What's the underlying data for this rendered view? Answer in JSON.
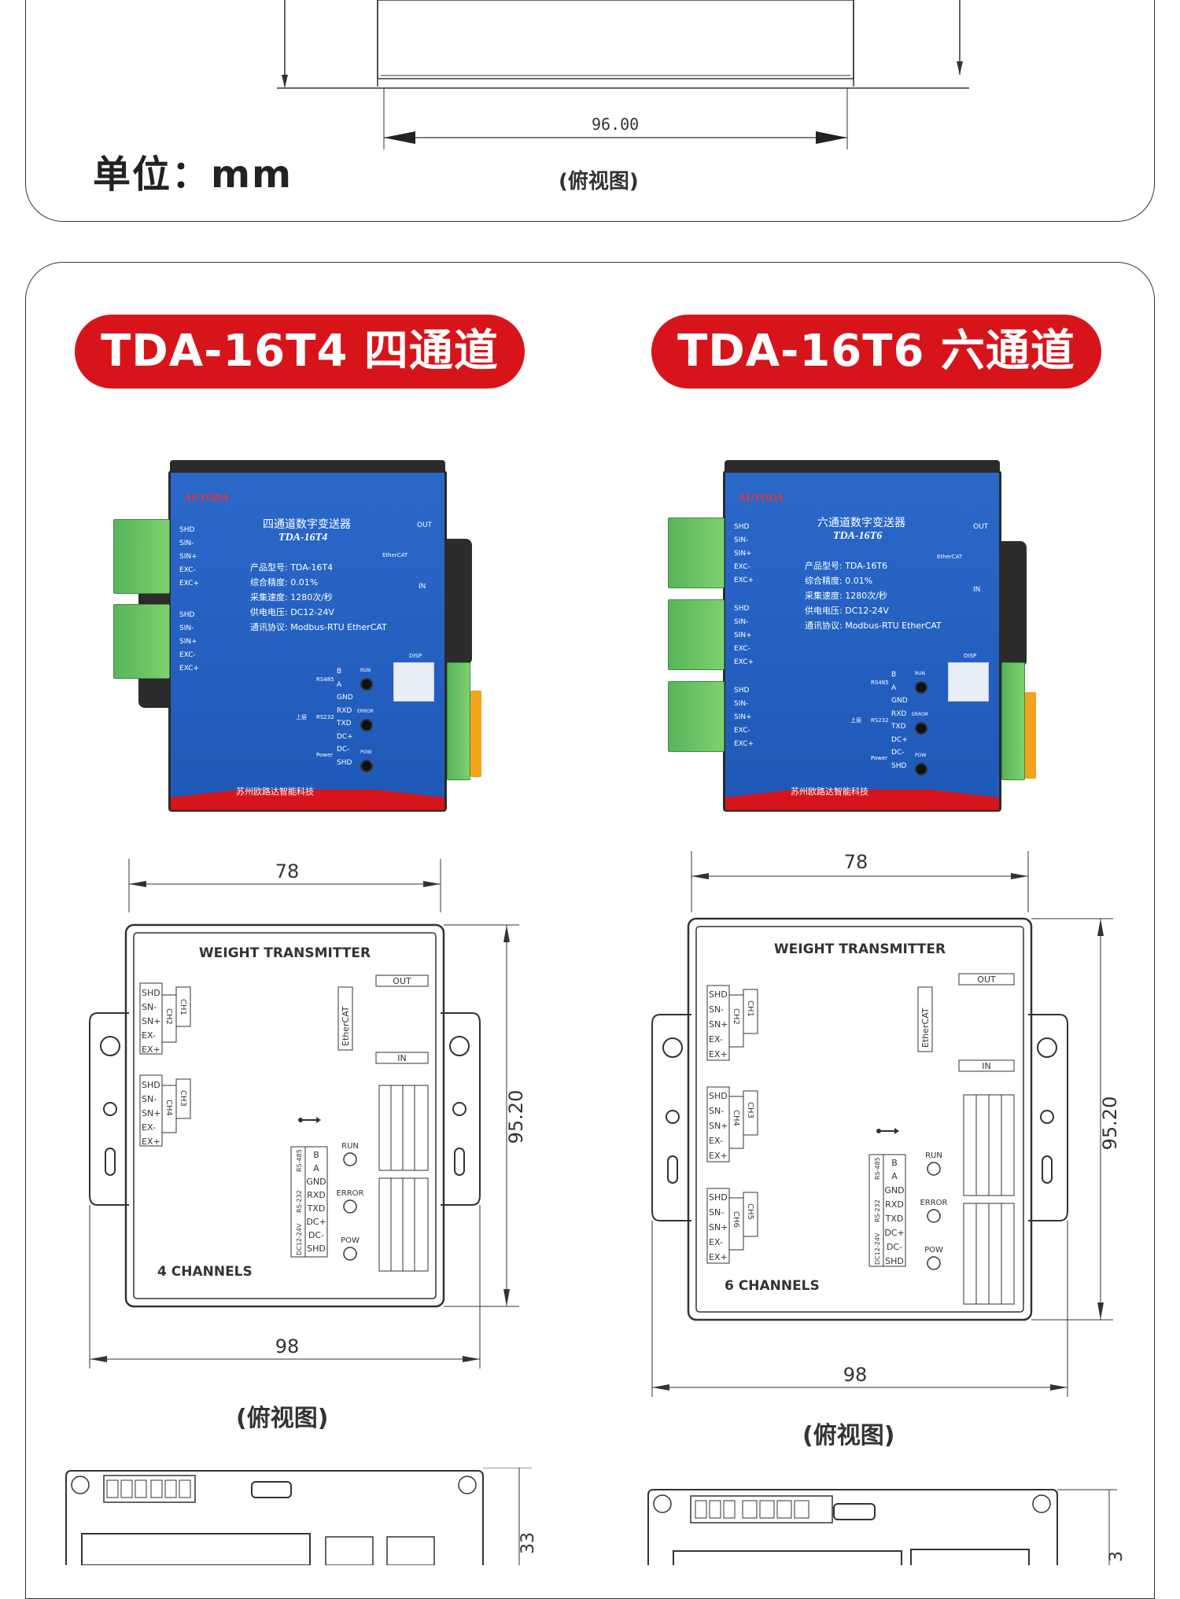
{
  "top_section": {
    "unit_label": "单位：mm",
    "dimension_width": "96.00",
    "caption": "(俯视图)"
  },
  "models": [
    {
      "title": "TDA-16T4 四通道",
      "photo": {
        "brand": "AUTODA",
        "product_name": "四通道数字变送器",
        "model": "TDA-16T4",
        "specs": [
          "产品型号: TDA-16T4",
          "综合精度: 0.01%",
          "采集速度: 1280次/秒",
          "供电电压: DC12-24V",
          "通讯协议: Modbus-RTU EtherCAT"
        ],
        "footer": "苏州欧路达智能科技",
        "port_labels": [
          "SHD",
          "SIN-",
          "SIN+",
          "EXC-",
          "EXC+"
        ],
        "comm_labels": [
          "B",
          "A",
          "GND",
          "RXD",
          "TXD",
          "DC+",
          "DC-",
          "SHD"
        ],
        "bus_labels": [
          "RS485",
          "RS232",
          "Power",
          "上层"
        ],
        "led_labels": [
          "RUN",
          "ERROR",
          "POW"
        ],
        "ethercat_labels": [
          "OUT",
          "EtherCAT",
          "IN"
        ],
        "disp_label": "DISP"
      },
      "drawing": {
        "header": "WEIGHT TRANSMITTER",
        "channels_label": "4 CHANNELS",
        "top_dim": "78",
        "bottom_dim": "98",
        "side_dim": "95.20",
        "port_labels": [
          "SHD",
          "SN-",
          "SN+",
          "EX-",
          "EX+"
        ],
        "channel_groups": [
          [
            "CH2",
            "CH1"
          ],
          [
            "CH4",
            "CH3"
          ]
        ],
        "ethercat_label": "EtherCAT",
        "out_label": "OUT",
        "in_label": "IN",
        "comm_pins": [
          "B",
          "A",
          "GND",
          "RXD",
          "TXD",
          "DC+",
          "DC-",
          "SHD"
        ],
        "comm_groups": [
          "RS-485",
          "RS-232",
          "DC12-24V"
        ],
        "led_labels": [
          "RUN",
          "ERROR",
          "POW"
        ],
        "usb_icon": "usb-icon"
      },
      "caption": "(俯视图)",
      "bottom_dim": "33"
    },
    {
      "title": "TDA-16T6 六通道",
      "photo": {
        "brand": "AUTODA",
        "product_name": "六通道数字变送器",
        "model": "TDA-16T6",
        "specs": [
          "产品型号: TDA-16T6",
          "综合精度: 0.01%",
          "采集速度: 1280次/秒",
          "供电电压: DC12-24V",
          "通讯协议: Modbus-RTU EtherCAT"
        ],
        "footer": "苏州欧路达智能科技",
        "port_labels": [
          "SHD",
          "SIN-",
          "SIN+",
          "EXC-",
          "EXC+"
        ],
        "comm_labels": [
          "B",
          "A",
          "GND",
          "RXD",
          "TXD",
          "DC+",
          "DC-",
          "SHD"
        ],
        "bus_labels": [
          "RS485",
          "RS232",
          "Power",
          "上层"
        ],
        "led_labels": [
          "RUN",
          "ERROR",
          "POW"
        ],
        "ethercat_labels": [
          "OUT",
          "EtherCAT",
          "IN"
        ],
        "disp_label": "DISP"
      },
      "drawing": {
        "header": "WEIGHT TRANSMITTER",
        "channels_label": "6 CHANNELS",
        "top_dim": "78",
        "bottom_dim": "98",
        "side_dim": "95.20",
        "port_labels": [
          "SHD",
          "SN-",
          "SN+",
          "EX-",
          "EX+"
        ],
        "channel_groups": [
          [
            "CH2",
            "CH1"
          ],
          [
            "CH4",
            "CH3"
          ],
          [
            "CH6",
            "CH5"
          ]
        ],
        "ethercat_label": "EtherCAT",
        "out_label": "OUT",
        "in_label": "IN",
        "comm_pins": [
          "B",
          "A",
          "GND",
          "RXD",
          "TXD",
          "DC+",
          "DC-",
          "SHD"
        ],
        "comm_groups": [
          "RS-485",
          "RS-232",
          "DC12-24V"
        ],
        "led_labels": [
          "RUN",
          "ERROR",
          "POW"
        ],
        "usb_icon": "usb-icon"
      },
      "caption": "(俯视图)",
      "bottom_dim": "3"
    }
  ],
  "colors": {
    "accent_red": "#d8141b",
    "device_blue": "#2463c4",
    "terminal_green": "#6cc366",
    "terminal_orange": "#f2a21b"
  }
}
